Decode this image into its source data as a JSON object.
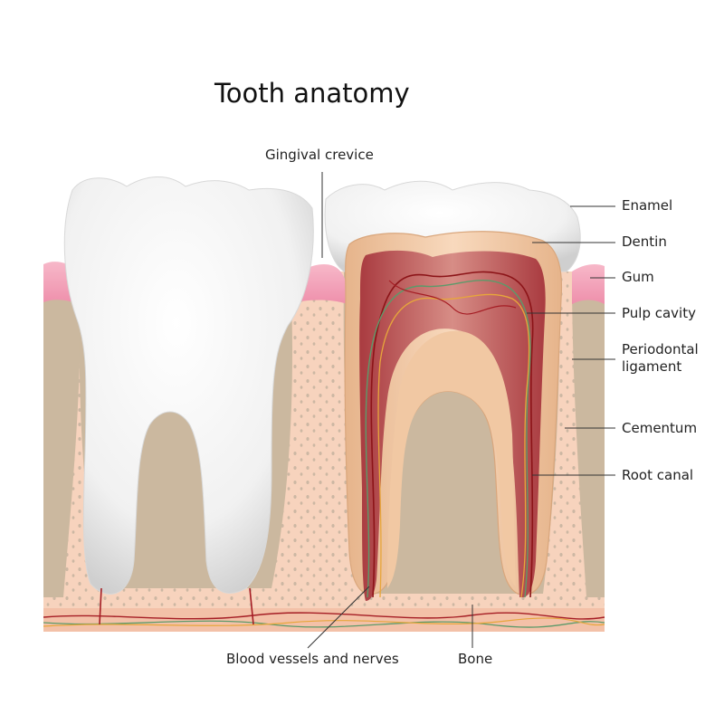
{
  "title": "Tooth anatomy",
  "labels": {
    "gingival_crevice": "Gingival crevice",
    "enamel": "Enamel",
    "dentin": "Dentin",
    "gum": "Gum",
    "pulp_cavity": "Pulp cavity",
    "periodontal_ligament_line1": "Periodontal",
    "periodontal_ligament_line2": "ligament",
    "cementum": "Cementum",
    "root_canal": "Root canal",
    "blood_vessels_and_nerves": "Blood vessels and nerves",
    "bone": "Bone"
  },
  "colors": {
    "bone": "#f7d3bd",
    "bone_pore": "#c9b8a6",
    "ligament": "#cbb89f",
    "gum": "#f2a7bd",
    "enamel": "#f1f1f1",
    "dentin": "#f1c8a3",
    "pulp": "#b84b4f",
    "vessel_red": "#a51d24",
    "nerve_green": "#5c9a6a",
    "nerve_yellow": "#e7a63b"
  }
}
